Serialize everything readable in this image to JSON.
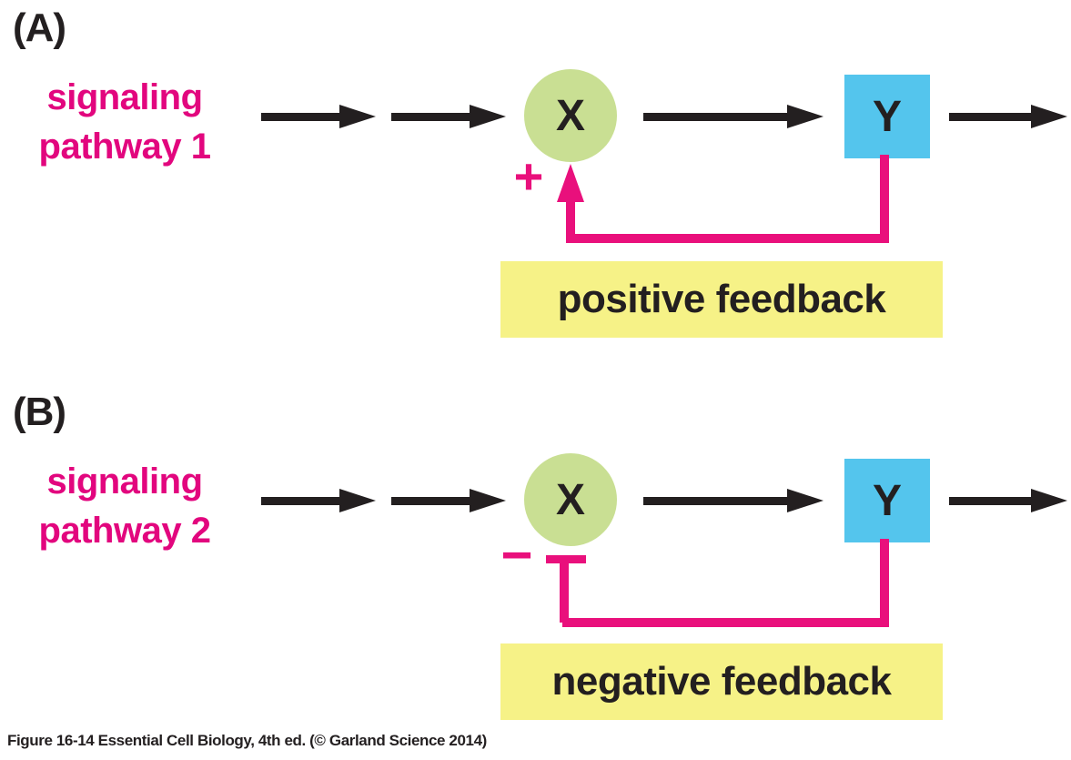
{
  "figure": {
    "caption": "Figure 16-14  Essential Cell Biology, 4th ed. (© Garland Science 2014)"
  },
  "colors": {
    "magenta": "#e2067e",
    "pink": "#e9107c",
    "green": "#c9df93",
    "blue": "#54c5ed",
    "yellow": "#f6f287",
    "ink": "#231f20"
  },
  "panels": {
    "a": {
      "label": "(A)",
      "pathway_line1": "signaling",
      "pathway_line2": "pathway 1",
      "node_x": "X",
      "node_y": "Y",
      "sign": "+",
      "feedback_label": "positive feedback",
      "feedback_type": "positive"
    },
    "b": {
      "label": "(B)",
      "pathway_line1": "signaling",
      "pathway_line2": "pathway 2",
      "node_x": "X",
      "node_y": "Y",
      "sign": "−",
      "feedback_label": "negative feedback",
      "feedback_type": "negative"
    }
  }
}
